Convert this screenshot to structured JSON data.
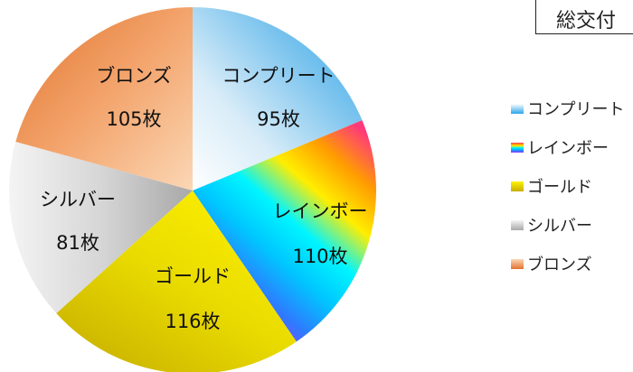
{
  "chart_data": {
    "type": "pie",
    "title": "総交付",
    "unit": "枚",
    "categories": [
      "コンプリート",
      "レインボー",
      "ゴールド",
      "シルバー",
      "ブロンズ"
    ],
    "values": [
      95,
      110,
      116,
      81,
      105
    ],
    "value_labels": [
      "95枚",
      "110枚",
      "116枚",
      "81枚",
      "105枚"
    ],
    "legend_position": "right",
    "slice_fills": [
      {
        "type": "linear",
        "stops": [
          "#ffffff",
          "#d8ecf8",
          "#7cc4ee",
          "#2aa4ea"
        ]
      },
      {
        "type": "rainbow",
        "stops": [
          "#ff3a7a",
          "#ff9d00",
          "#ffee00",
          "#00f5ff",
          "#00c6ff",
          "#2e7bff",
          "#9d35ff"
        ]
      },
      {
        "type": "linear",
        "stops": [
          "#fff200",
          "#e9db00",
          "#c7ae00"
        ]
      },
      {
        "type": "linear",
        "stops": [
          "#f4f4f4",
          "#d6d6d6",
          "#a8a8a8"
        ]
      },
      {
        "type": "linear",
        "stops": [
          "#fbd7b5",
          "#f3a46c",
          "#e2742e"
        ]
      }
    ]
  }
}
